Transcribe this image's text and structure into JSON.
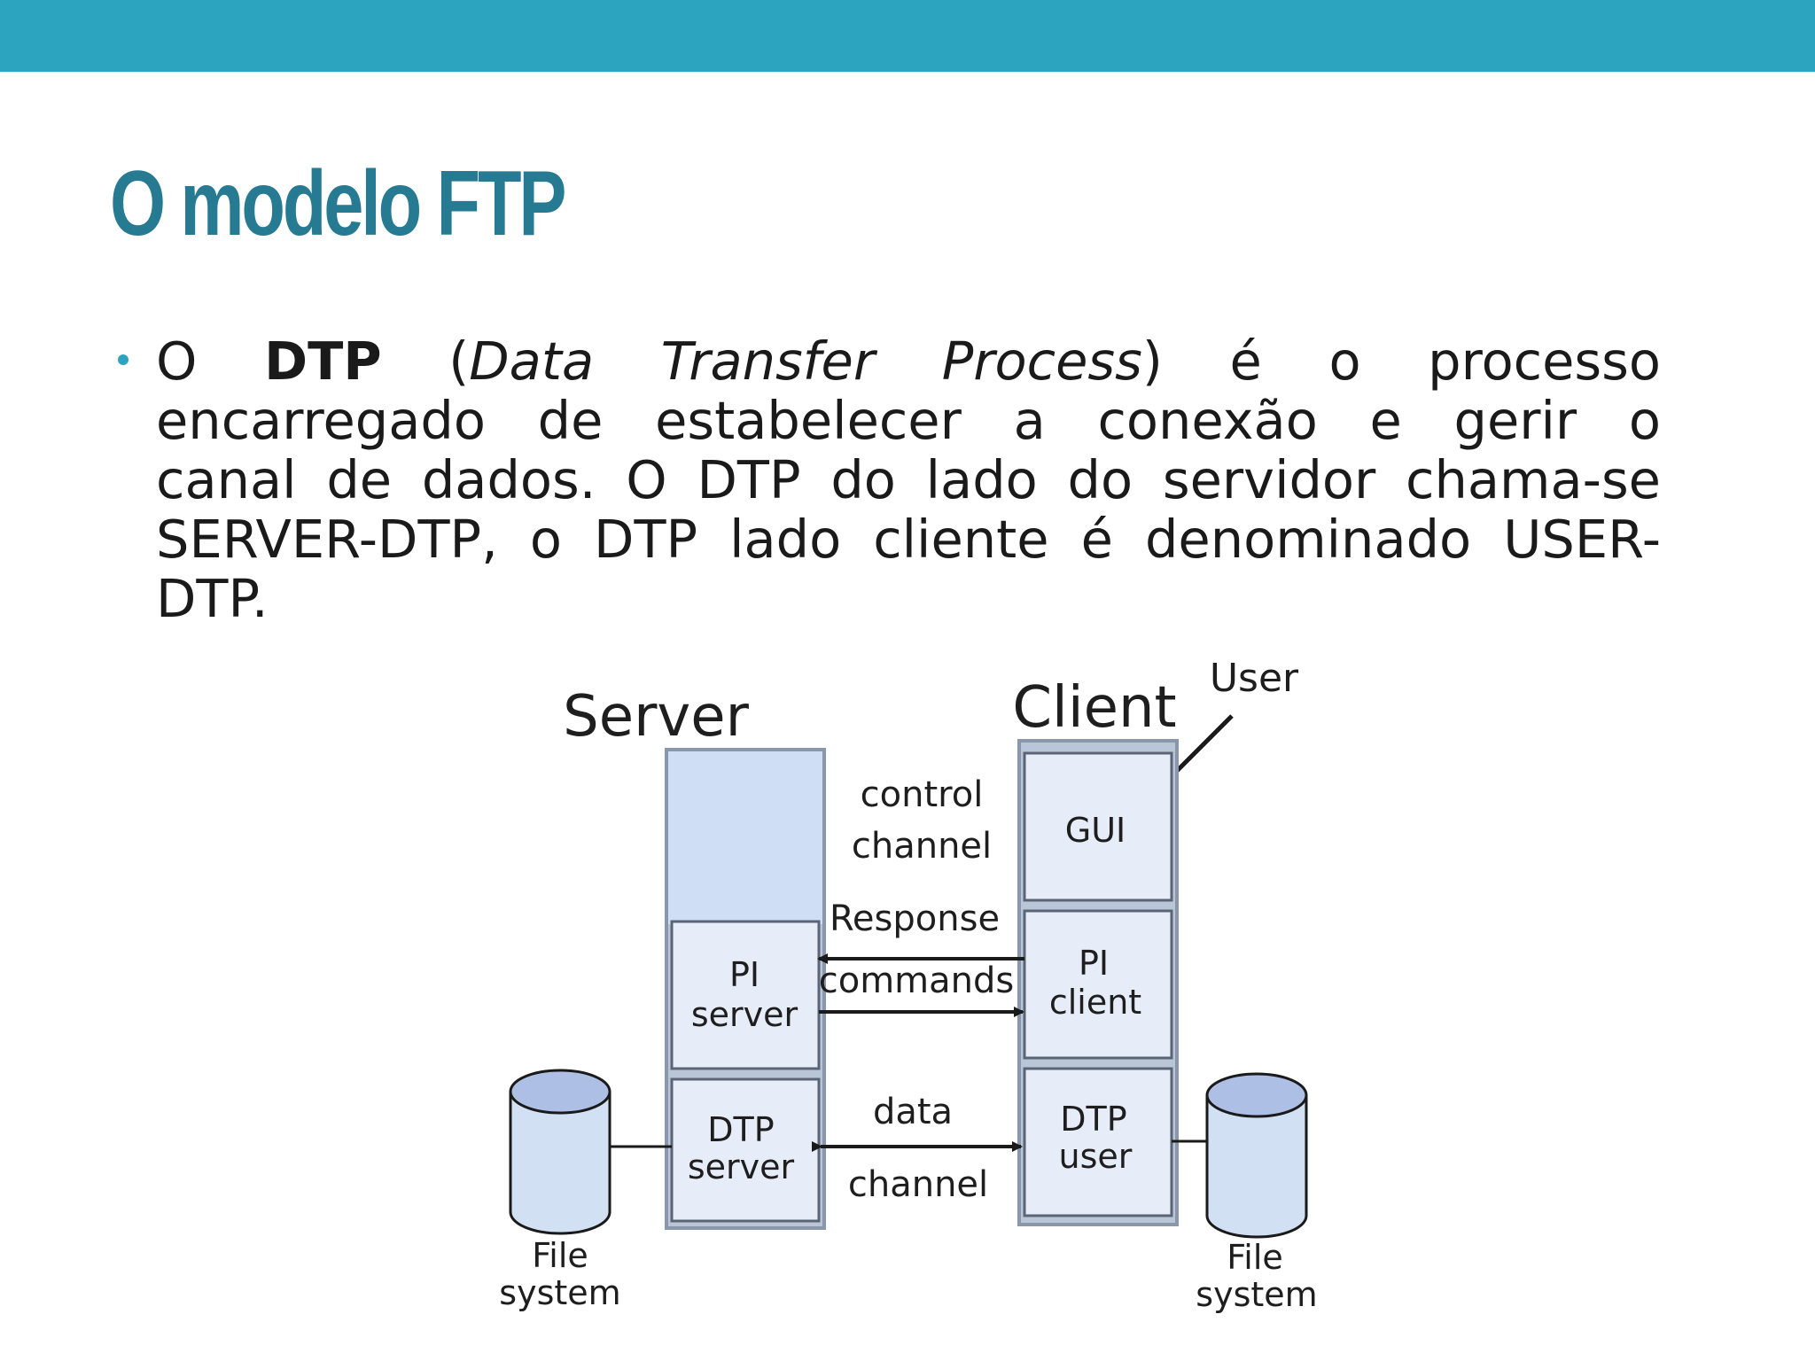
{
  "slide": {
    "title": "O modelo FTP",
    "bullet": {
      "line1": {
        "p1": "O",
        "bold": "DTP",
        "p2": "(",
        "italic": "Data Transfer Process",
        "p3": ") é o processo"
      },
      "line2": "encarregado de estabelecer a conexão e gerir o",
      "line3": "canal de dados. O DTP do lado do servidor chama-se",
      "line4": "SERVER-DTP, o DTP lado cliente é denominado USER-",
      "line5": "DTP."
    }
  },
  "diagram": {
    "server_label": "Server",
    "client_label": "Client",
    "user_label": "User",
    "control_channel": [
      "control",
      "channel"
    ],
    "gui": "GUI",
    "response": "Response",
    "commands": "commands",
    "pi_server": [
      "PI",
      "server"
    ],
    "pi_client": [
      "PI",
      "client"
    ],
    "dtp_server": [
      "DTP",
      "server"
    ],
    "dtp_user": [
      "DTP",
      "user"
    ],
    "data_channel": [
      "data",
      "channel"
    ],
    "file_system_left": [
      "File",
      "system"
    ],
    "file_system_right": [
      "File",
      "system"
    ]
  },
  "colors": {
    "top_bar": "#2ca4bf",
    "title": "#267a92",
    "box_fill": "#e6ecf8",
    "server_top_fill": "#cfdef5",
    "frame_fill": "#b9c6d8",
    "cylinder_body": "#d2e0f4",
    "cylinder_top": "#aebfe6"
  }
}
